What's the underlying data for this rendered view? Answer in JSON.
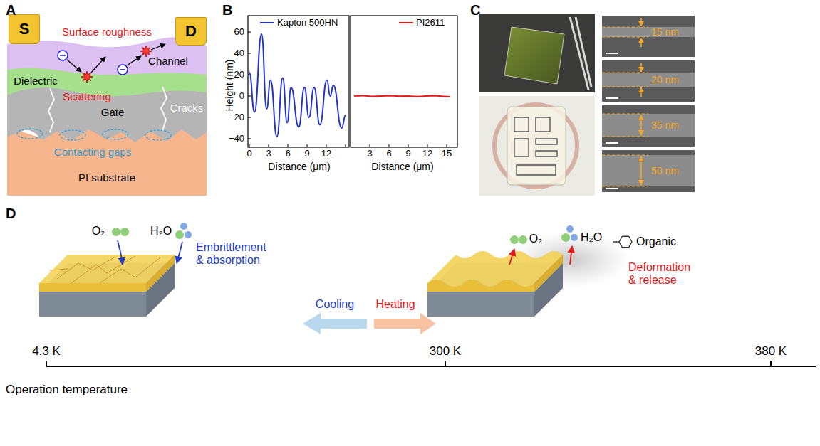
{
  "diagram": {
    "nodes": [
      {
        "text": [
          "S"
        ]
      },
      {
        "text": [
          "D"
        ]
      },
      {
        "text": [
          "Channel"
        ]
      },
      {
        "text": [
          "Dielectric"
        ]
      },
      {
        "text": [
          "Gate"
        ]
      },
      {
        "text": [
          "PI substrate"
        ]
      }
    ],
    "labels": [
      "A",
      "B",
      "C",
      "D",
      "Surface roughness",
      "Scattering",
      "Cracks",
      "Contacting gaps",
      "60",
      "40",
      "20",
      "0",
      "−20",
      "−40",
      "0",
      "3",
      "6",
      "9",
      "12",
      "3",
      "6",
      "9",
      "12",
      "15",
      "Height (nm)",
      "Distance (μm)",
      "Distance (μm)",
      "15 nm",
      "20 nm",
      "35 nm",
      "50 nm",
      "O₂",
      "H₂O",
      "Embrittlement & absorption",
      "Cooling",
      "Heating",
      "O₂",
      "H₂O",
      "Organic",
      "Deformation & release",
      "4.3 K",
      "300 K",
      "380 K",
      "Operation temperature"
    ],
    "legend": [
      {
        "text": "Kapton 500HN"
      },
      {
        "text": "PI2611"
      }
    ]
  }
}
